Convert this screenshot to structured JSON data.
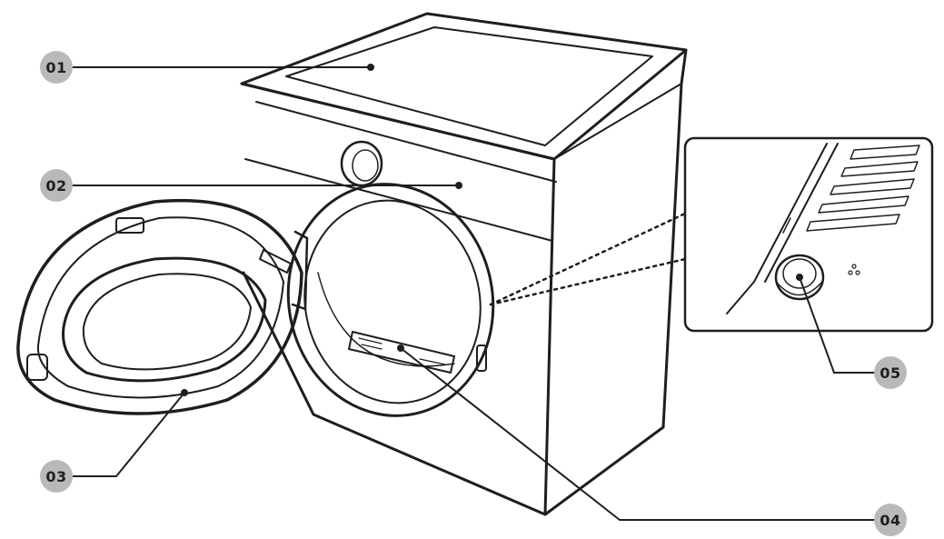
{
  "callouts": [
    {
      "number": "01",
      "part": "top-cover"
    },
    {
      "number": "02",
      "part": "control-panel"
    },
    {
      "number": "03",
      "part": "door"
    },
    {
      "number": "04",
      "part": "filter-slot"
    },
    {
      "number": "05",
      "part": "drain-filter"
    }
  ],
  "colors": {
    "line": "#1e1e1e",
    "badge_fill": "#b9b9b9",
    "badge_text": "#1f1f1f",
    "background": "#ffffff"
  }
}
